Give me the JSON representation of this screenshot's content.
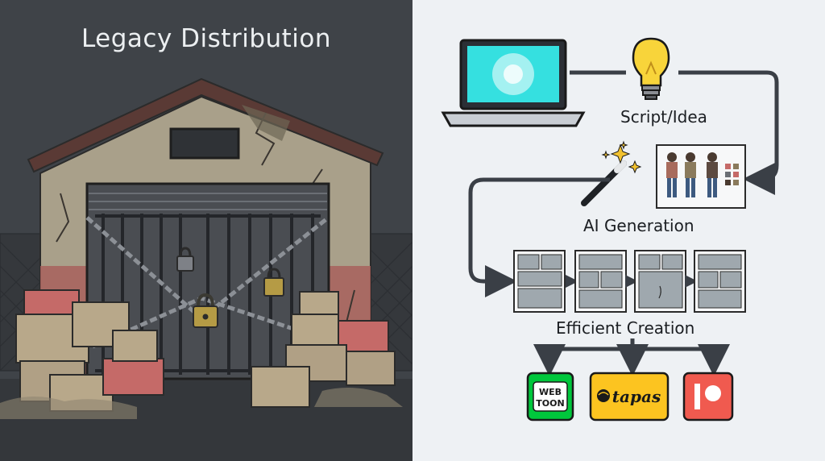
{
  "left_panel": {
    "title": "Legacy Distribution"
  },
  "right_panel": {
    "step_script_label": "Script/Idea",
    "step_ai_label": "AI Generation",
    "step_efficient_label": "Efficient Creation",
    "platforms": [
      {
        "name": "webtoon-logo",
        "line1": "WEB",
        "line2": "TOON",
        "color": "#00c73c"
      },
      {
        "name": "tapas-logo",
        "text": "tapas",
        "color": "#fcc420"
      },
      {
        "name": "patreon-logo",
        "color": "#f05a4f"
      }
    ]
  },
  "colors": {
    "left_bg": "#3f4348",
    "right_bg": "#eef1f4",
    "arrow": "#3a3f46"
  }
}
